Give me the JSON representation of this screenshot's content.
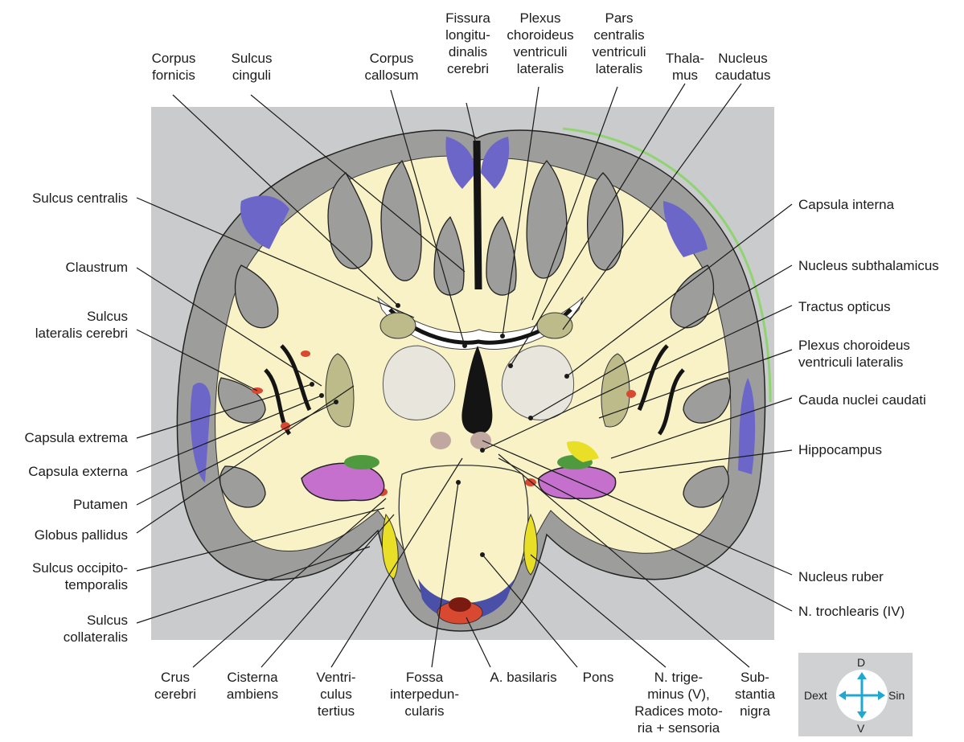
{
  "labels": {
    "top": {
      "corpus_fornicis": "Corpus\nfornicis",
      "sulcus_cinguli": "Sulcus\ncinguli",
      "corpus_callosum": "Corpus\ncallosum",
      "fissura_longitudinalis": "Fissura\nlongitu-\ndinalis\ncerebri",
      "plexus_choroideus_top": "Plexus\nchoroideus\nventriculi\nlateralis",
      "pars_centralis": "Pars\ncentralis\nventriculi\nlateralis",
      "thalamus": "Thala-\nmus",
      "nucleus_caudatus": "Nucleus\ncaudatus"
    },
    "left": {
      "sulcus_centralis": "Sulcus centralis",
      "claustrum": "Claustrum",
      "sulcus_lateralis": "Sulcus\nlateralis cerebri",
      "capsula_extrema": "Capsula extrema",
      "capsula_externa": "Capsula externa",
      "putamen": "Putamen",
      "globus_pallidus": "Globus pallidus",
      "sulcus_occipitotemporalis": "Sulcus occipito-\ntemporalis",
      "sulcus_collateralis": "Sulcus\ncollateralis"
    },
    "right": {
      "capsula_interna": "Capsula interna",
      "nucleus_subthalamicus": "Nucleus subthalamicus",
      "tractus_opticus": "Tractus opticus",
      "plexus_choroideus_right": "Plexus choroideus\nventriculi lateralis",
      "cauda_nuclei": "Cauda nuclei caudati",
      "hippocampus": "Hippocampus",
      "nucleus_ruber": "Nucleus ruber",
      "n_trochlearis": "N. trochlearis (IV)"
    },
    "bottom": {
      "crus_cerebri": "Crus\ncerebri",
      "cisterna_ambiens": "Cisterna\nambiens",
      "ventriculus_tertius": "Ventri-\nculus\ntertius",
      "fossa_interpeduncularis": "Fossa\ninterpedun-\ncularis",
      "a_basilaris": "A. basilaris",
      "pons": "Pons",
      "n_trigeminus": "N. trige-\nminus (V),\nRadices moto-\nria + sensoria",
      "substantia_nigra": "Sub-\nstantia\nnigra"
    }
  },
  "orientation": {
    "dorsal": "D",
    "ventral": "V",
    "left": "Dext",
    "right": "Sin"
  },
  "colors": {
    "background_panel": "#c9cbcc",
    "cortex_gray": "#9d9d9b",
    "white_matter": "#f8f2c6",
    "ventricle_blue": "#6c66c8",
    "sulcus_black": "#141414",
    "nucleus_olive": "#bdbb8a",
    "hippocampus_pink": "#c470cc",
    "yellow": "#e9df27",
    "artery_red": "#d94830",
    "pons_blue": "#4a4fa8",
    "orientation_arrow": "#1fa9d2"
  }
}
